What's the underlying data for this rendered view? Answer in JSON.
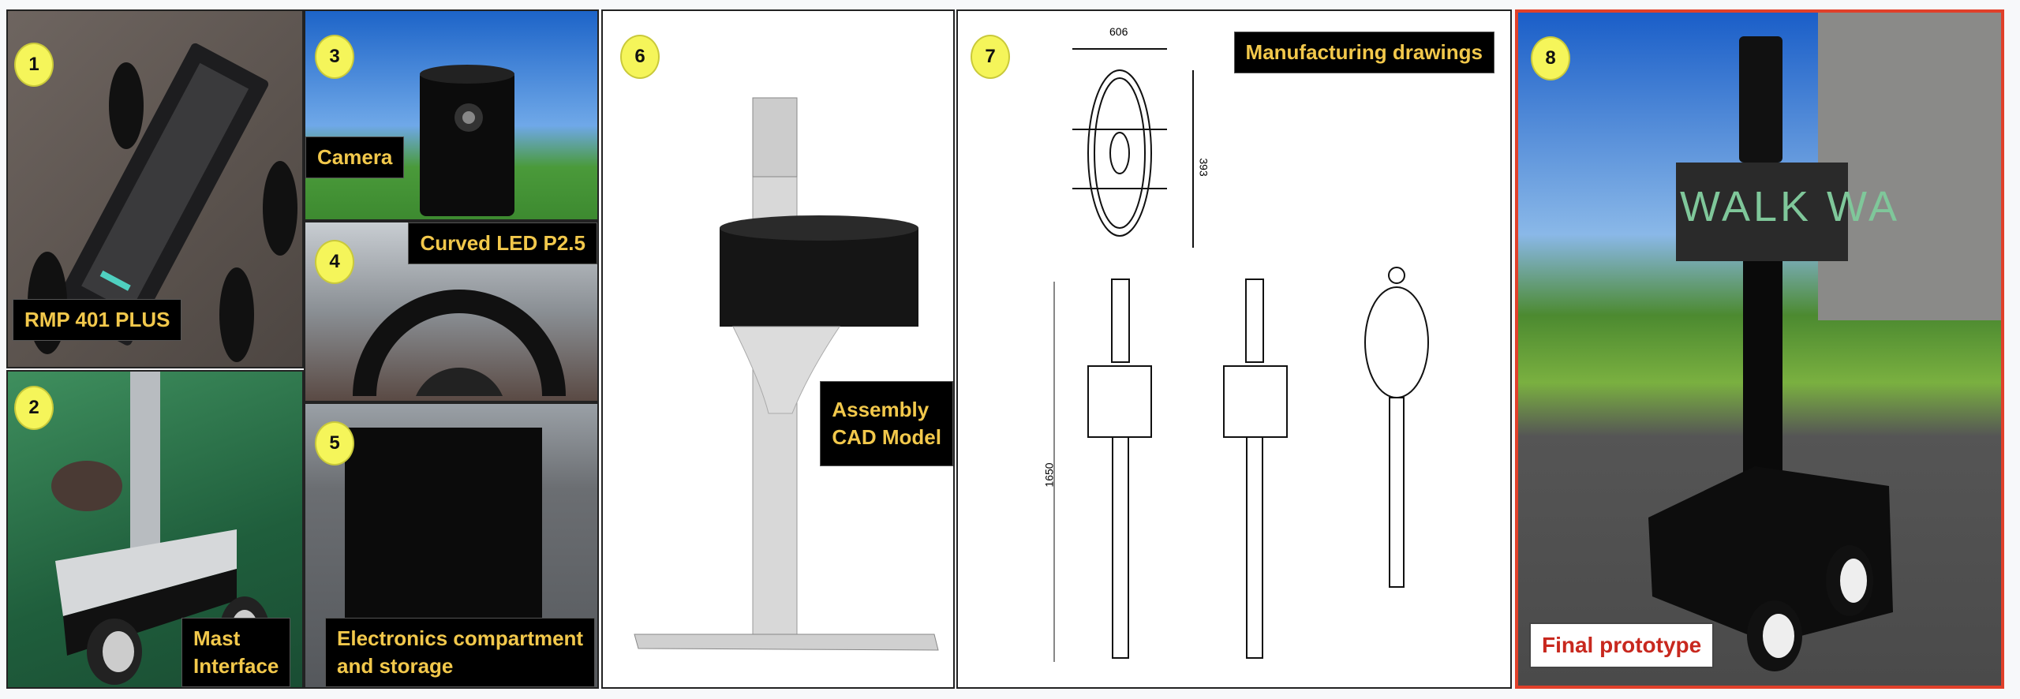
{
  "panels": [
    {
      "number": "1",
      "label": "RMP 401 PLUS"
    },
    {
      "number": "2",
      "label_line1": "Mast",
      "label_line2": "Interface"
    },
    {
      "number": "3",
      "label": "Camera"
    },
    {
      "number": "4",
      "label": "Curved LED P2.5"
    },
    {
      "number": "5",
      "label_line1": "Electronics compartment",
      "label_line2": "and storage"
    },
    {
      "number": "6",
      "label_line1": "Assembly",
      "label_line2": "CAD Model"
    },
    {
      "number": "7",
      "label": "Manufacturing drawings",
      "dim_width": "606",
      "dim_depth": "393",
      "dim_height": "1650"
    },
    {
      "number": "8",
      "label": "Final prototype",
      "led_text": "WALK WA"
    }
  ],
  "colors": {
    "badge": "#f5f55a",
    "label_text": "#f2c84b",
    "final_border": "#e0402a",
    "final_label": "#c8281e"
  }
}
